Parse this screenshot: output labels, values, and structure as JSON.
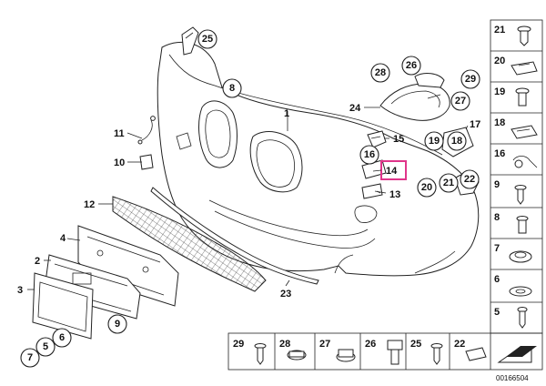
{
  "highlight_color": "#e0358a",
  "diagram": {
    "callouts": [
      {
        "id": "c25",
        "text": "25"
      },
      {
        "id": "c8",
        "text": "8"
      },
      {
        "id": "c28a",
        "text": "28"
      },
      {
        "id": "c26a",
        "text": "26"
      },
      {
        "id": "c29a",
        "text": "29"
      },
      {
        "id": "c27",
        "text": "27"
      },
      {
        "id": "c16a",
        "text": "16"
      },
      {
        "id": "c19a",
        "text": "19"
      },
      {
        "id": "c18a",
        "text": "18"
      },
      {
        "id": "c22",
        "text": "22"
      },
      {
        "id": "c20a",
        "text": "20"
      },
      {
        "id": "c21a",
        "text": "21"
      },
      {
        "id": "c9a",
        "text": "9"
      },
      {
        "id": "c6a",
        "text": "6"
      },
      {
        "id": "c5a",
        "text": "5"
      },
      {
        "id": "c7a",
        "text": "7"
      }
    ],
    "labels": [
      {
        "id": "l1",
        "text": "1"
      },
      {
        "id": "l24",
        "text": "24"
      },
      {
        "id": "l15",
        "text": "15"
      },
      {
        "id": "l17",
        "text": "17"
      },
      {
        "id": "l14",
        "text": "14"
      },
      {
        "id": "l13",
        "text": "13"
      },
      {
        "id": "l11",
        "text": "11"
      },
      {
        "id": "l10",
        "text": "10"
      },
      {
        "id": "l12",
        "text": "12"
      },
      {
        "id": "l4",
        "text": "4"
      },
      {
        "id": "l2",
        "text": "2"
      },
      {
        "id": "l3",
        "text": "3"
      },
      {
        "id": "l23",
        "text": "23"
      }
    ],
    "side_panel": [
      "21",
      "20",
      "19",
      "18",
      "16",
      "9",
      "8",
      "7",
      "6",
      "5"
    ],
    "bottom_panel": [
      "29",
      "28",
      "27",
      "26",
      "25",
      "22"
    ],
    "document_number": "00166504"
  }
}
